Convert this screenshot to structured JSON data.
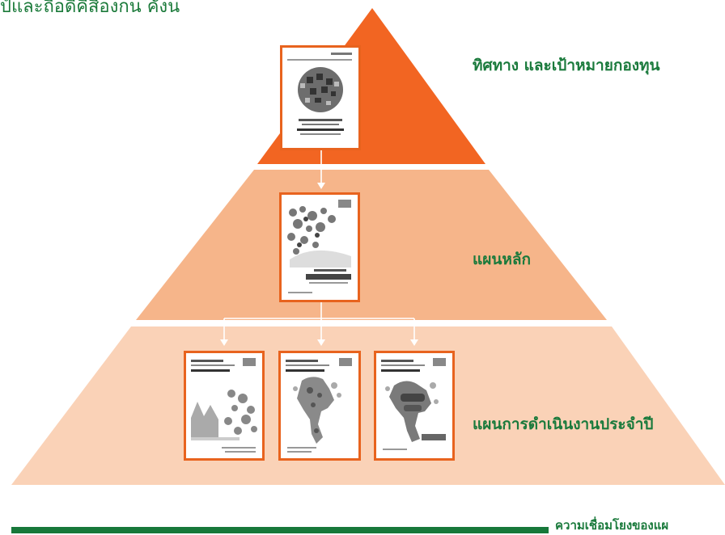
{
  "header": {
    "text": "ป์และถือดีคีสื่องกน คังน"
  },
  "levels": {
    "top": {
      "label": "ทิศทาง และเป้าหมายกองทุน"
    },
    "middle": {
      "label": "แผนหลัก"
    },
    "bottom": {
      "label": "แผนการดำเนินงานประจำปี"
    }
  },
  "footer": {
    "text": "ความเชื่อมโยงของแผ"
  },
  "colors": {
    "top": "#f26522",
    "middle": "#f6b58a",
    "bottom": "#fad2b7",
    "text_green": "#1a7a3c",
    "doc_border": "#e8631e"
  },
  "icons": {
    "doc_top": "strategy-book-cover",
    "doc_mid": "master-plan-cover",
    "doc_bottom": "annual-plan-cover"
  }
}
